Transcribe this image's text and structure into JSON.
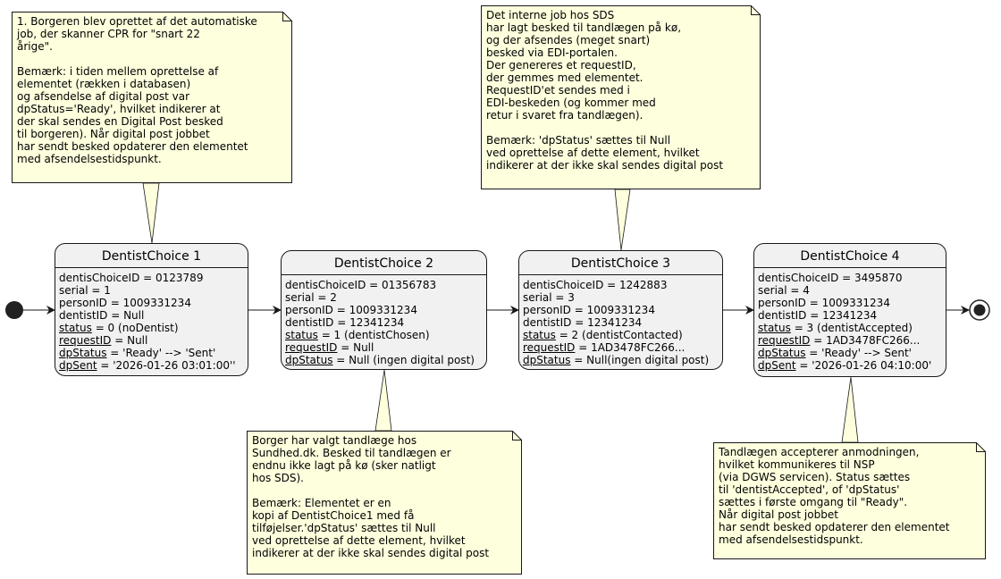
{
  "states": [
    {
      "title": "DentistChoice 1",
      "attrs": [
        {
          "name": "dentisChoiceID",
          "u": false,
          "value": " = 0123789"
        },
        {
          "name": "serial",
          "u": false,
          "value": " = 1"
        },
        {
          "name": "personID",
          "u": false,
          "value": " = 1009331234"
        },
        {
          "name": "dentistID",
          "u": false,
          "value": " = Null"
        },
        {
          "name": "status",
          "u": true,
          "value": " = 0 (noDentist)"
        },
        {
          "name": "requestID",
          "u": true,
          "value": " = Null"
        },
        {
          "name": "dpStatus",
          "u": true,
          "value": " = 'Ready' --> 'Sent'"
        },
        {
          "name": "dpSent",
          "u": true,
          "value": " = '2026-01-26 03:01:00''"
        }
      ]
    },
    {
      "title": "DentistChoice 2",
      "attrs": [
        {
          "name": "dentisChoiceID",
          "u": false,
          "value": " = 01356783"
        },
        {
          "name": "serial",
          "u": false,
          "value": " = 2"
        },
        {
          "name": "personID",
          "u": false,
          "value": " = 1009331234"
        },
        {
          "name": "dentistID",
          "u": false,
          "value": " = 12341234"
        },
        {
          "name": "status",
          "u": true,
          "value": " = 1 (dentistChosen)"
        },
        {
          "name": "requestID",
          "u": true,
          "value": " = Null"
        },
        {
          "name": "dpStatus",
          "u": true,
          "value": " = Null (ingen digital post)"
        }
      ]
    },
    {
      "title": "DentistChoice 3",
      "attrs": [
        {
          "name": "dentisChoiceID",
          "u": false,
          "value": " = 1242883"
        },
        {
          "name": "serial",
          "u": false,
          "value": " = 3"
        },
        {
          "name": "personID",
          "u": false,
          "value": " = 1009331234"
        },
        {
          "name": "dentistID",
          "u": false,
          "value": " = 12341234"
        },
        {
          "name": "status",
          "u": true,
          "value": " = 2 (dentistContacted)"
        },
        {
          "name": "requestID",
          "u": true,
          "value": " = 1AD3478FC266..."
        },
        {
          "name": "dpStatus",
          "u": true,
          "value": " = Null(ingen digital post)"
        }
      ]
    },
    {
      "title": "DentistChoice 4",
      "attrs": [
        {
          "name": "dentisChoiceID",
          "u": false,
          "value": " = 3495870"
        },
        {
          "name": "serial",
          "u": false,
          "value": " = 4"
        },
        {
          "name": "personID",
          "u": false,
          "value": " = 1009331234"
        },
        {
          "name": "dentistID",
          "u": false,
          "value": " = 12341234"
        },
        {
          "name": "status",
          "u": true,
          "value": " = 3 (dentistAccepted)"
        },
        {
          "name": "requestID",
          "u": true,
          "value": " = 1AD3478FC266..."
        },
        {
          "name": "dpStatus",
          "u": true,
          "value": " = 'Ready' --> Sent'"
        },
        {
          "name": "dpSent",
          "u": true,
          "value": " = '2026-01-26 04:10:00'"
        }
      ]
    }
  ],
  "notes": [
    {
      "text": "1. Borgeren blev oprettet af det automatiske\njob, der skanner CPR for \"snart 22\nårige\".\n\nBemærk: i tiden mellem oprettelse af\nelementet (rækken i databasen)\nog afsendelse af digital post var\ndpStatus='Ready', hvilket indikerer at\nder skal sendes en Digital Post besked\ntil borgeren). Når digital post jobbet\nhar sendt besked opdaterer den elementet\nmed afsendelsestidspunkt."
    },
    {
      "text": "Det interne job hos SDS\nhar lagt besked til tandlægen på kø,\nog der afsendes (meget snart)\nbesked via EDI-portalen.\nDer genereres et requestID,\nder gemmes med elementet.\nRequestID'et sendes med i\nEDI-beskeden (og kommer med\nretur i svaret fra tandlægen).\n\nBemærk: 'dpStatus' sættes til Null\nved oprettelse af dette element, hvilket\nindikerer at der ikke skal sendes digital post"
    },
    {
      "text": "Borger har valgt tandlæge hos\nSundhed.dk. Besked til tandlægen er\nendnu ikke lagt på kø (sker natligt\nhos SDS).\n\nBemærk: Elementet er en\nkopi af DentistChoice1 med få\ntilføjelser.'dpStatus' sættes til Null\nved oprettelse af dette element, hvilket\nindikerer at der ikke skal sendes digital post"
    },
    {
      "text": "Tandlægen accepterer anmodningen,\nhvilket kommunikeres til NSP\n(via DGWS servicen). Status sættes\ntil 'dentistAccepted', of 'dpStatus'\nsættes i første omgang til \"Ready\".\nNår digital post jobbet\nhar sendt besked opdaterer den elementet\nmed afsendelsestidspunkt."
    }
  ]
}
